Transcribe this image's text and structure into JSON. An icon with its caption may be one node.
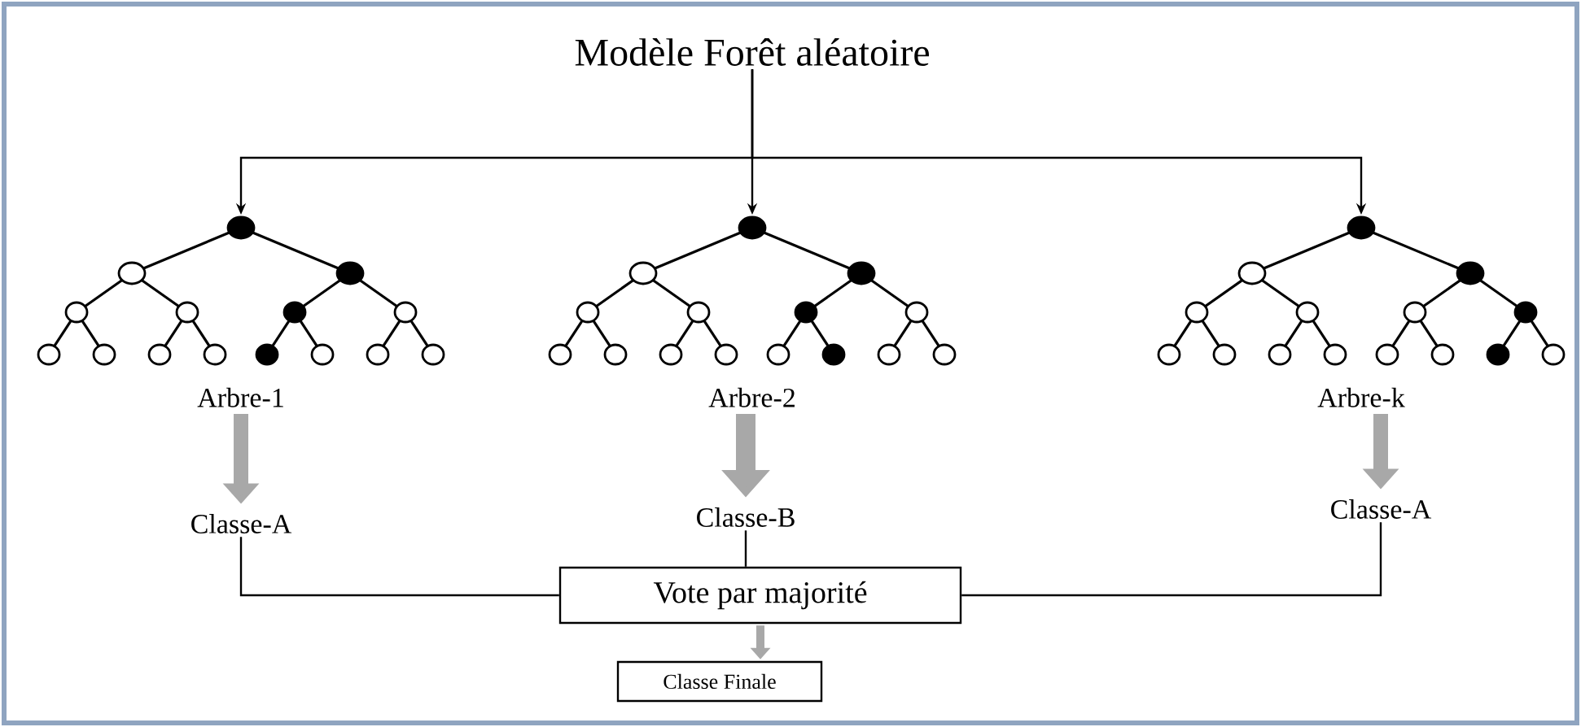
{
  "diagram": {
    "nodes": [
      {
        "text": [
          "Modèle Forêt aléatoire"
        ]
      },
      {
        "text": [
          "Arbre-1"
        ]
      },
      {
        "text": [
          "Arbre-2"
        ]
      },
      {
        "text": [
          "Arbre-k"
        ]
      },
      {
        "text": [
          "Classe-A"
        ]
      },
      {
        "text": [
          "Classe-B"
        ]
      },
      {
        "text": [
          "Classe-A"
        ]
      },
      {
        "text": [
          "Vote par majorité"
        ]
      },
      {
        "text": [
          "Classe Finale"
        ]
      }
    ],
    "edges": [
      {
        "from": 0,
        "to": 1,
        "arrow": "to"
      },
      {
        "from": 0,
        "to": 2,
        "arrow": "to"
      },
      {
        "from": 0,
        "to": 3,
        "arrow": "to"
      },
      {
        "from": 1,
        "to": 4,
        "arrow": "to",
        "style": "thick",
        "color": "#a8a8a8"
      },
      {
        "from": 2,
        "to": 5,
        "arrow": "to",
        "style": "thick",
        "color": "#a8a8a8"
      },
      {
        "from": 3,
        "to": 6,
        "arrow": "to",
        "style": "thick",
        "color": "#a8a8a8"
      },
      {
        "from": 4,
        "to": 7,
        "arrow": "none"
      },
      {
        "from": 5,
        "to": 7,
        "arrow": "none"
      },
      {
        "from": 6,
        "to": 7,
        "arrow": "none"
      },
      {
        "from": 7,
        "to": 8,
        "arrow": "to",
        "style": "thick",
        "color": "#a8a8a8"
      }
    ]
  }
}
